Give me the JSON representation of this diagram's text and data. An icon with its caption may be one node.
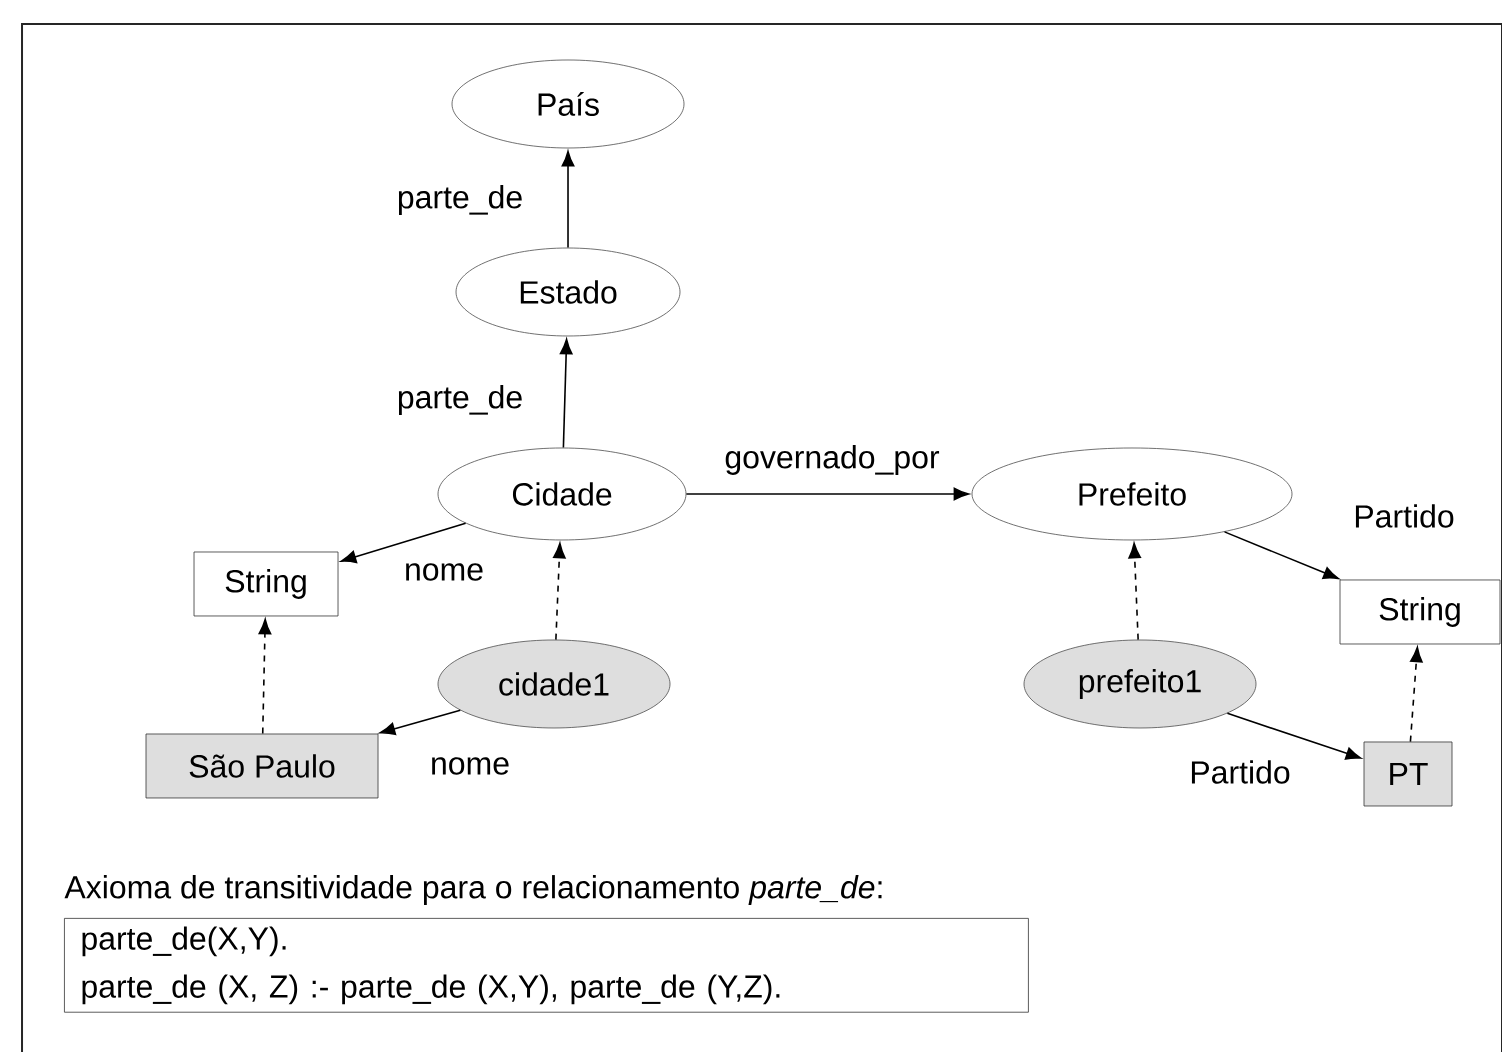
{
  "diagram": {
    "nodes": [
      {
        "text": [
          "País"
        ]
      },
      {
        "text": [
          "Estado"
        ]
      },
      {
        "text": [
          "Cidade"
        ]
      },
      {
        "text": [
          "Prefeito"
        ]
      },
      {
        "text": [
          "String"
        ]
      },
      {
        "text": [
          "String"
        ]
      },
      {
        "text": [
          "cidade1"
        ]
      },
      {
        "text": [
          "prefeito1"
        ]
      },
      {
        "text": [
          "São Paulo"
        ]
      },
      {
        "text": [
          "PT"
        ]
      },
      {
        "text": [
          "Axioma de transitividade para o relacionamento *parte_de*:",
          "parte_de(X,Y).",
          "parte_de (X, Z) :- parte_de (X,Y), parte_de (Y,Z)."
        ]
      }
    ],
    "edges": [
      {
        "from": 1,
        "to": 0,
        "arrow": "to",
        "label": "parte_de"
      },
      {
        "from": 2,
        "to": 1,
        "arrow": "to",
        "label": "parte_de"
      },
      {
        "from": 2,
        "to": 3,
        "arrow": "to",
        "label": "governado_por"
      },
      {
        "from": 2,
        "to": 4,
        "arrow": "to",
        "label": "nome"
      },
      {
        "from": 3,
        "to": 5,
        "arrow": "to",
        "label": "Partido"
      },
      {
        "from": 6,
        "to": 2,
        "arrow": "to",
        "style": "dashed"
      },
      {
        "from": 7,
        "to": 3,
        "arrow": "to",
        "style": "dashed"
      },
      {
        "from": 8,
        "to": 4,
        "arrow": "to",
        "style": "dashed"
      },
      {
        "from": 9,
        "to": 5,
        "arrow": "to",
        "style": "dashed"
      },
      {
        "from": 6,
        "to": 8,
        "arrow": "to",
        "label": "nome"
      },
      {
        "from": 7,
        "to": 9,
        "arrow": "to",
        "label": "Partido"
      }
    ]
  }
}
